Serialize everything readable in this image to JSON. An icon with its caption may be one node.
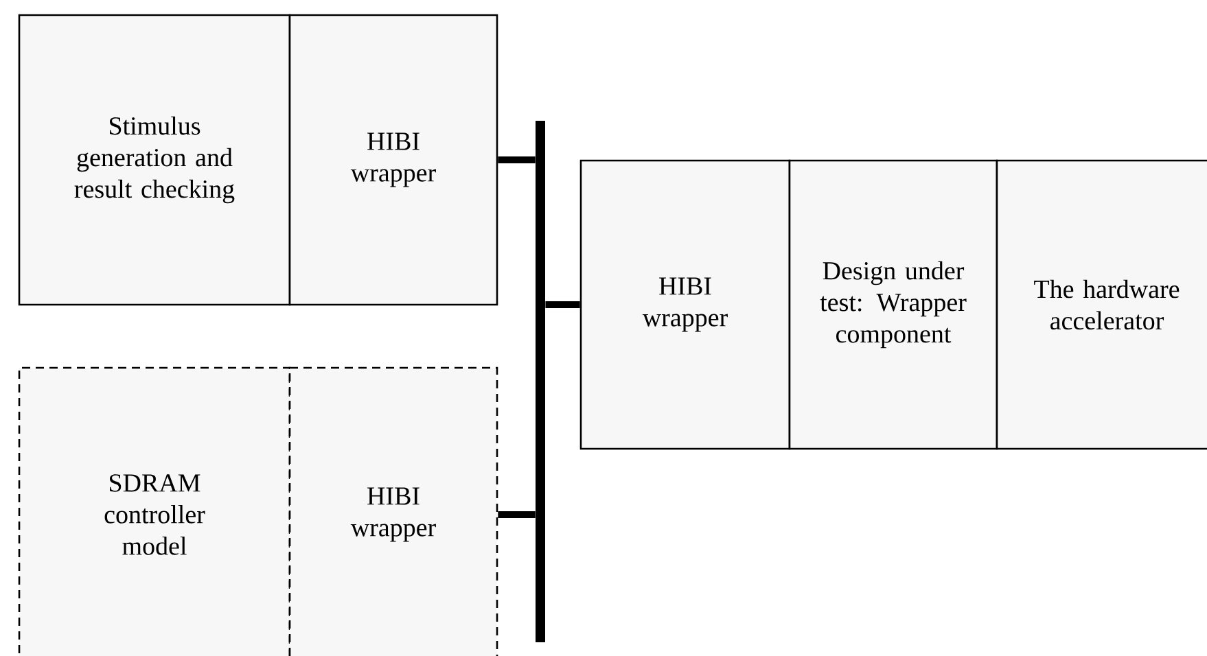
{
  "diagram": {
    "nodes": [
      {
        "text": [
          "Stimulus generation and result checking"
        ]
      },
      {
        "text": [
          "HIBI wrapper"
        ]
      },
      {
        "text": [
          "SDRAM controller model"
        ]
      },
      {
        "text": [
          "HIBI wrapper"
        ]
      },
      {
        "text": [],
        "shape": "bar"
      },
      {
        "text": [
          "HIBI wrapper"
        ]
      },
      {
        "text": [
          "Design under test: Wrapper component"
        ]
      },
      {
        "text": [
          "The hardware accelerator"
        ]
      }
    ],
    "edges": [
      {
        "from": 1,
        "to": 4,
        "arrow": "none"
      },
      {
        "from": 4,
        "to": 5,
        "arrow": "none"
      },
      {
        "from": 3,
        "to": 4,
        "arrow": "none"
      }
    ]
  }
}
